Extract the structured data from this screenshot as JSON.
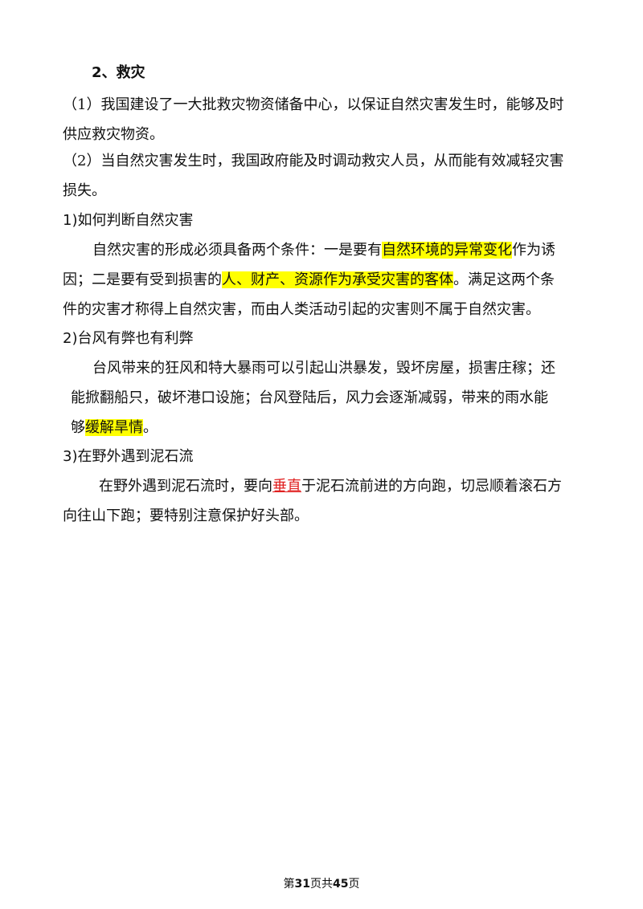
{
  "section": {
    "title": "2、救灾"
  },
  "items": {
    "i1": {
      "line1": "（1）我国建设了一大批救灾物资储备中心，以保证自然灾害发生时，能够及时",
      "line2": "供应救灾物资。"
    },
    "i2": {
      "line1": "（2）当自然灾害发生时，我国政府能及时调动救灾人员，从而能有效减轻灾害",
      "line2": "损失。"
    }
  },
  "q1": {
    "heading": "1)如何判断自然灾害",
    "p1_a": "自然灾害的形成必须具备两个条件：一是要有",
    "p1_hl": "自然环境的异常变化",
    "p1_b": "作为诱",
    "p2_a": "因；二是要有受到损害的",
    "p2_hl": "人、财产、资源作为承受灾害的客体",
    "p2_b": "。满足这两个条",
    "p3": "件的灾害才称得上自然灾害，而由人类活动引起的灾害则不属于自然灾害。"
  },
  "q2": {
    "heading": "2)台风有弊也有利弊",
    "p1": "台风带来的狂风和特大暴雨可以引起山洪暴发，毁坏房屋，损害庄稼；还",
    "p2": "能掀翻船只，破坏港口设施；台风登陆后，风力会逐渐减弱，带来的雨水能",
    "p3_a": "够",
    "p3_hl": "缓解旱情",
    "p3_b": "。"
  },
  "q3": {
    "heading": "3)在野外遇到泥石流",
    "p1_a": "在野外遇到泥石流时，要向",
    "p1_red": "垂直",
    "p1_b": "于泥石流前进的方向跑，切忌顺着滚石方",
    "p2": "向往山下跑；要特别注意保护好头部。"
  },
  "footer": {
    "pre": "第",
    "page": "31",
    "mid": "页共",
    "total": "45",
    "post": "页"
  },
  "colors": {
    "highlight": "#ffff00",
    "red_text": "#e02020"
  }
}
